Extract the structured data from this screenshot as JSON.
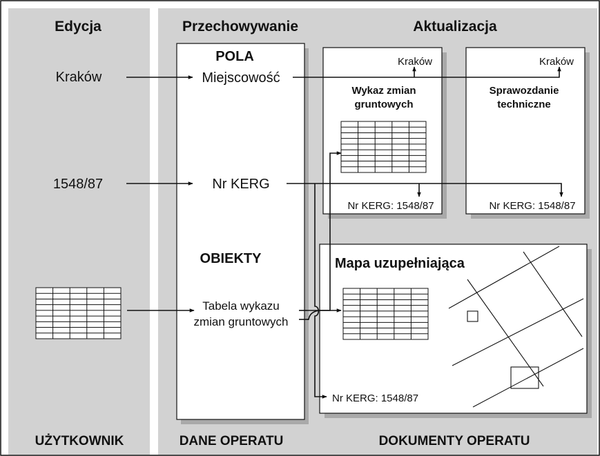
{
  "columns": {
    "left": {
      "header": "Edycja",
      "footer": "UŻYTKOWNIK"
    },
    "middle": {
      "header": "Przechowywanie",
      "footer": "DANE OPERATU"
    },
    "right": {
      "header": "Aktualizacja",
      "footer": "DOKUMENTY OPERATU"
    }
  },
  "inputs": {
    "city": "Kraków",
    "kerg": "1548/87"
  },
  "fields": {
    "section_pola": "POLA",
    "miejscowosc": "Miejscowość",
    "nr_kerg": "Nr KERG",
    "section_obiekty": "OBIEKTY",
    "tabela_line1": "Tabela wykazu",
    "tabela_line2": "zmian gruntowych"
  },
  "documents": {
    "wykaz": {
      "city": "Kraków",
      "title_line1": "Wykaz zmian",
      "title_line2": "gruntowych",
      "kerg": "Nr KERG: 1548/87"
    },
    "sprawozdanie": {
      "city": "Kraków",
      "title_line1": "Sprawozdanie",
      "title_line2": "techniczne",
      "kerg": "Nr KERG: 1548/87"
    },
    "mapa": {
      "title": "Mapa uzupełniająca",
      "kerg": "Nr KERG: 1548/87"
    }
  },
  "colors": {
    "column_background": "#d2d2d2",
    "page_background": "#ffffff",
    "shadow": "#a9a9a9",
    "ink": "#111111"
  }
}
